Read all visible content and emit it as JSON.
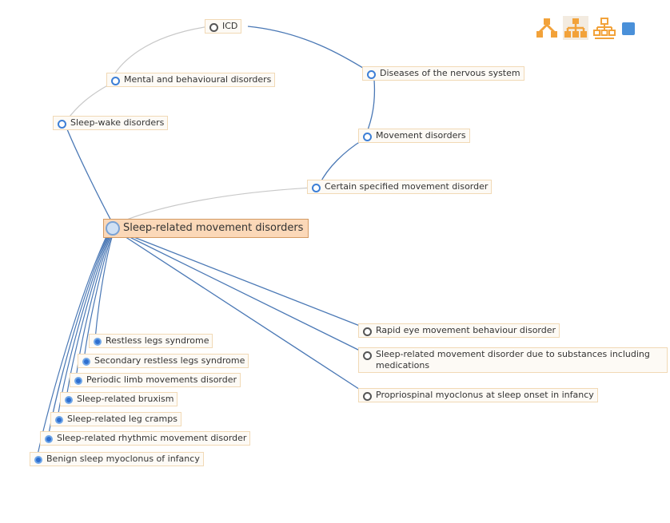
{
  "graph": {
    "root": "ICD",
    "nodes": {
      "icd": "ICD",
      "mental": "Mental and behavioural disorders",
      "nervous": "Diseases of the nervous system",
      "sleepwake": "Sleep-wake disorders",
      "movement": "Movement disorders",
      "certain": "Certain specified movement disorder",
      "focus": "Sleep-related movement disorders",
      "rem": "Rapid eye movement behaviour disorder",
      "substances": "Sleep-related movement disorder due to substances including medications",
      "propriospinal": "Propriospinal myoclonus at sleep onset in infancy",
      "restless": "Restless legs syndrome",
      "secondary": "Secondary restless legs syndrome",
      "periodic": "Periodic limb movements disorder",
      "bruxism": "Sleep-related bruxism",
      "cramps": "Sleep-related leg cramps",
      "rhythmic": "Sleep-related rhythmic movement disorder",
      "benign": "Benign sleep myoclonus of infancy"
    }
  },
  "toolbar": {
    "icons": [
      "hierarchy-up-icon",
      "hierarchy-tree-icon",
      "hierarchy-down-icon",
      "extra-icon"
    ],
    "accent_color": "#f2a23a"
  },
  "colors": {
    "edge_primary": "#4a78b5",
    "edge_secondary": "#c8c8c8",
    "node_border": "#f1d9b5",
    "focus_fill": "#fbd8b8"
  }
}
